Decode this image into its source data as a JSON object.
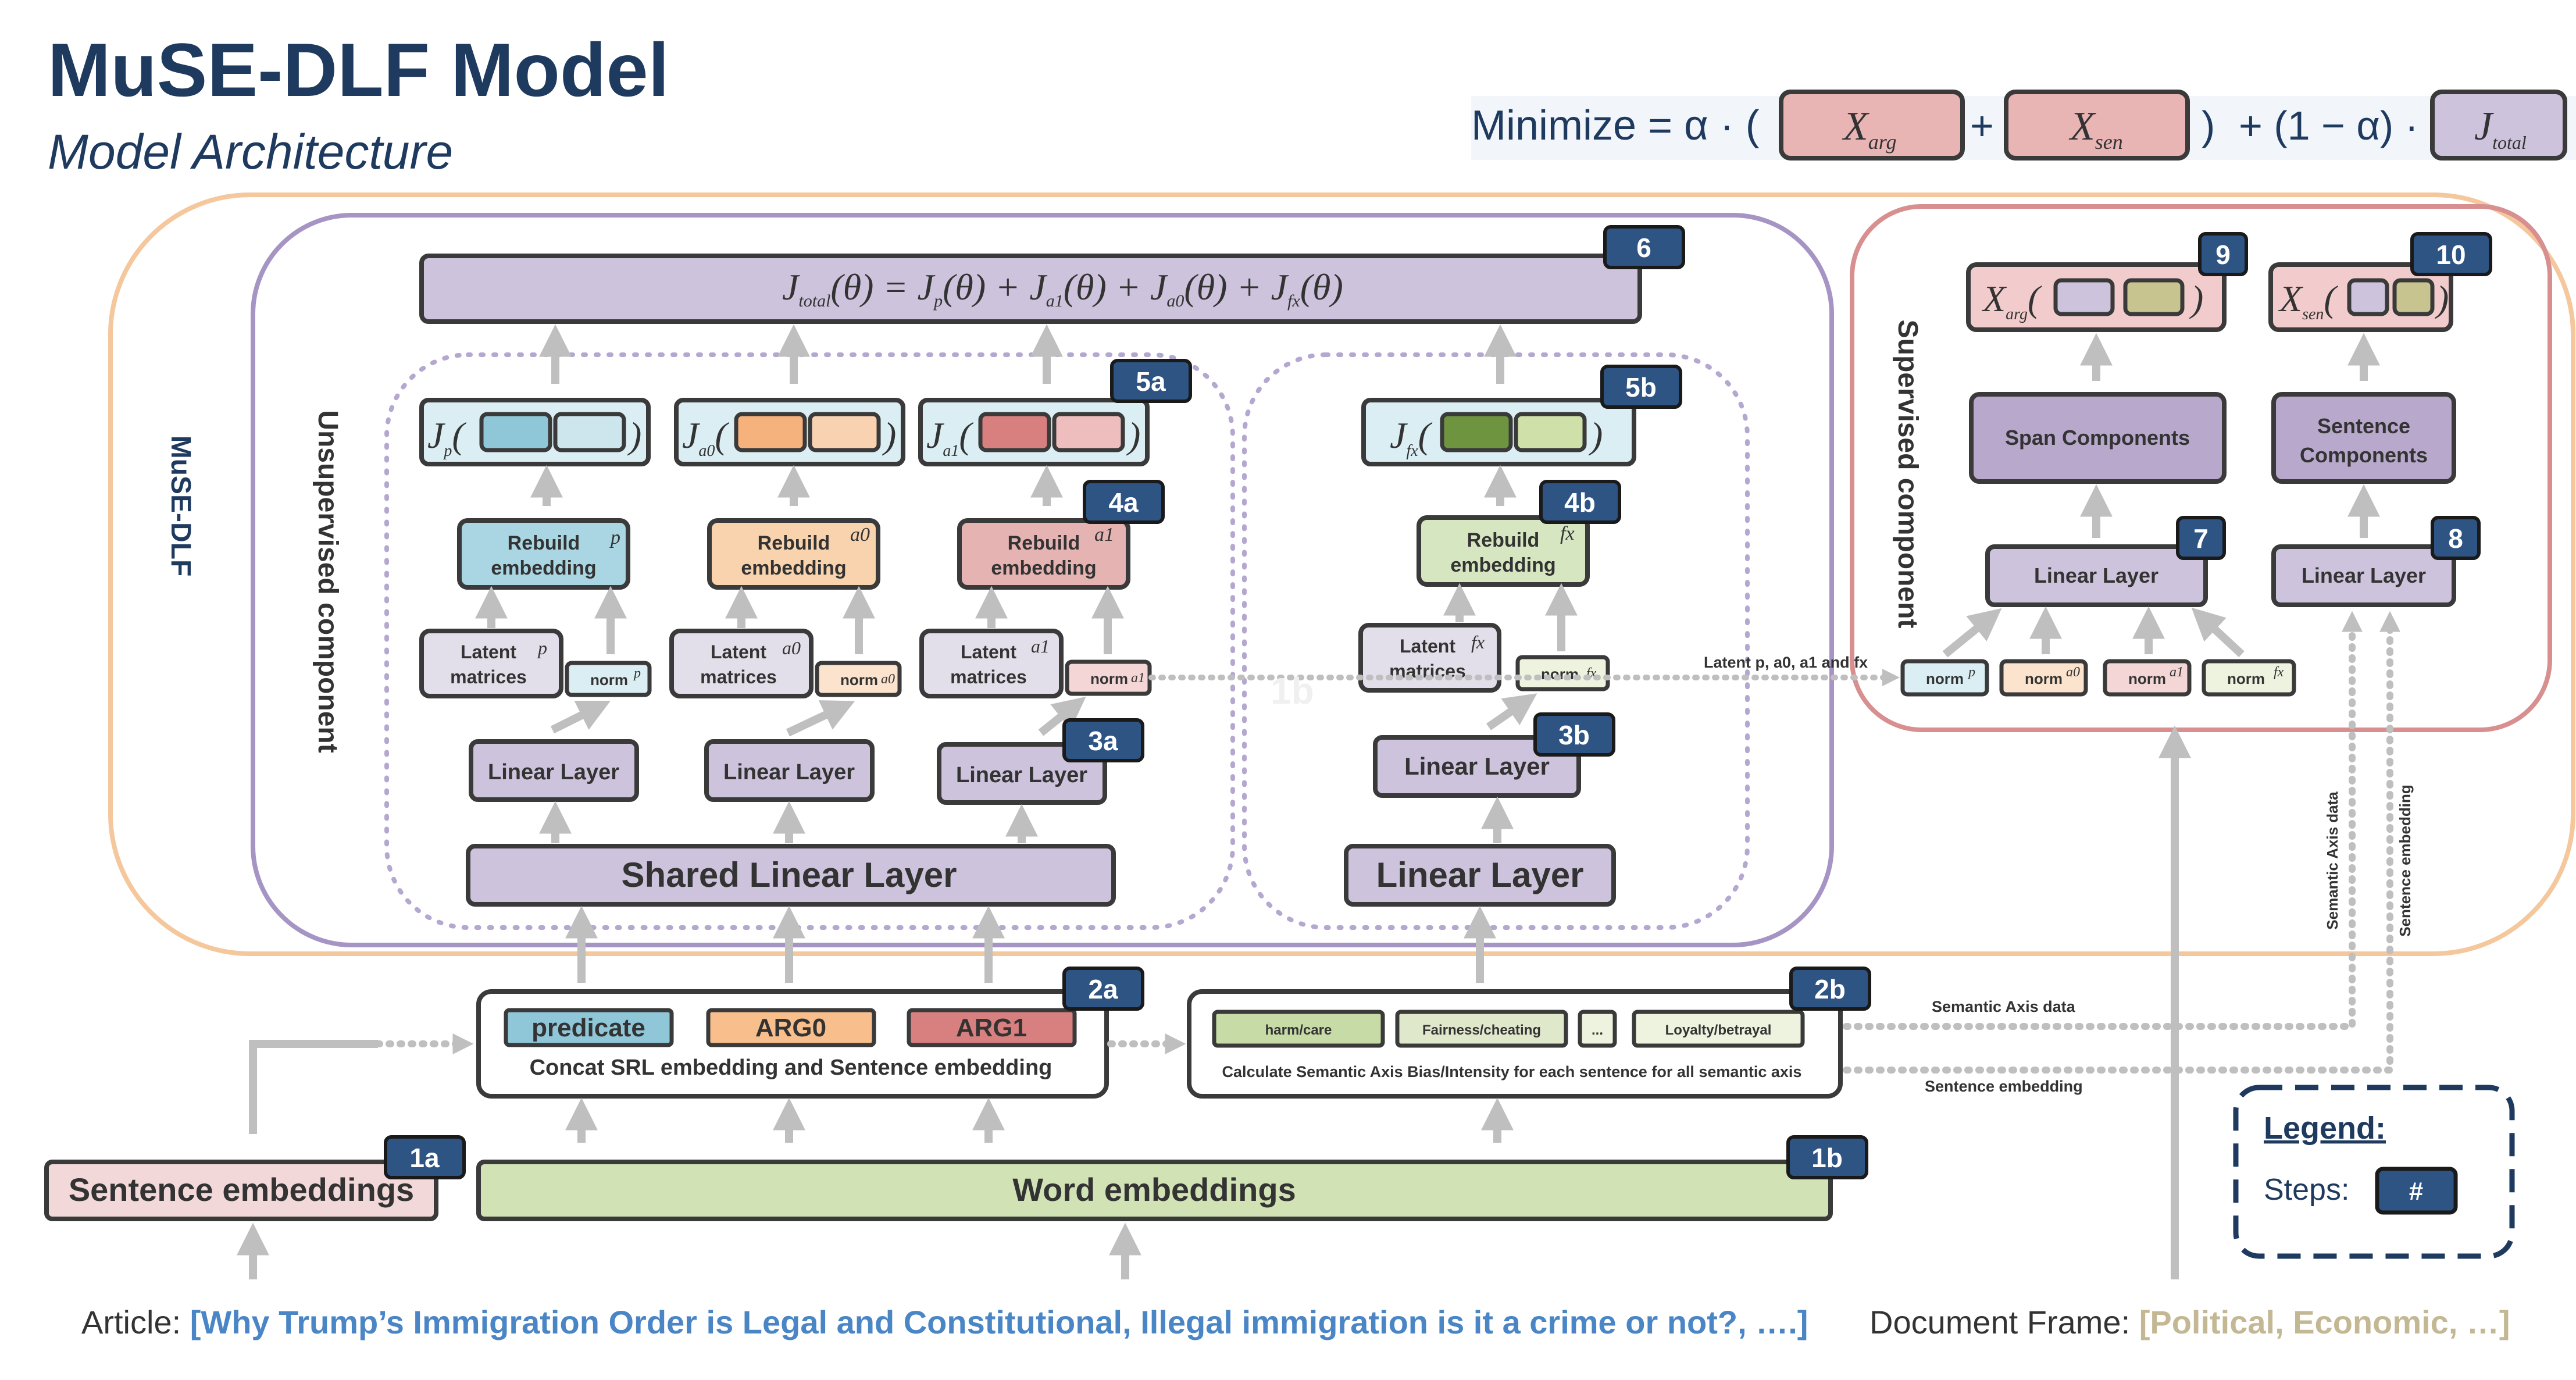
{
  "header": {
    "title": "MuSE-DLF Model",
    "subtitle": "Model Architecture"
  },
  "objective": {
    "minimize": "Minimize = α · (",
    "plus": "+",
    "close": ")",
    "rest": "+ (1 − α) ·",
    "x_arg": "X",
    "x_arg_sub": "arg",
    "x_sen": "X",
    "x_sen_sub": "sen",
    "j_total": "J",
    "j_total_sub": "total"
  },
  "outer_label": "MuSE-DLF",
  "unsup_label": "Unsupervised component",
  "sup_label": "Supervised component",
  "badges": {
    "b1a": "1a",
    "b1b": "1b",
    "b2a": "2a",
    "b2b": "2b",
    "b3a": "3a",
    "b3b": "3b",
    "b4a": "4a",
    "b4b": "4b",
    "b5a": "5a",
    "b5b": "5b",
    "b6": "6",
    "b7": "7",
    "b8": "8",
    "b9": "9",
    "b10": "10"
  },
  "faint_1b": "1b",
  "step6": {
    "formula": "J_total(θ) = J_p(θ) + J_a1(θ) + J_a0(θ) + J_fx(θ)",
    "j": "J",
    "total": "total",
    "eq": "(θ) = ",
    "jp_sub": "p",
    "ja1_sub": "a1",
    "ja0_sub": "a0",
    "jfx_sub": "fx",
    "theta": "(θ)",
    "plus": " + "
  },
  "loss_heads": {
    "jp": {
      "j": "J",
      "sub": "p"
    },
    "ja0": {
      "j": "J",
      "sub": "a0"
    },
    "ja1": {
      "j": "J",
      "sub": "a1"
    },
    "jfx": {
      "j": "J",
      "sub": "fx"
    },
    "open": "(",
    "close": ")"
  },
  "rebuild": {
    "label_line1": "Rebuild",
    "label_line2": "embedding",
    "p": "p",
    "a0": "a0",
    "a1": "a1",
    "fx": "fx"
  },
  "latent": {
    "line1": "Latent",
    "line2": "matrices",
    "p": "p",
    "a0": "a0",
    "a1": "a1",
    "fx": "fx"
  },
  "norm": {
    "label": "norm",
    "p": "p",
    "a0": "a0",
    "a1": "a1",
    "fx": "fx"
  },
  "linear_layer": "Linear Layer",
  "shared_linear_layer": "Shared Linear Layer",
  "big_linear_layer": "Linear Layer",
  "latent_arrow_label": "Latent p, a0, a1 and fx",
  "supervised": {
    "x_arg": {
      "x": "X",
      "sub": "arg"
    },
    "x_sen": {
      "x": "X",
      "sub": "sen"
    },
    "span_components": "Span Components",
    "sentence_components_line1": "Sentence",
    "sentence_components_line2": "Components",
    "linear_layer_7": "Linear Layer",
    "linear_layer_8": "Linear Layer",
    "semantic_axis_data_vertical": "Semantic Axis data",
    "sentence_embedding_vertical": "Sentence embedding"
  },
  "srl": {
    "predicate": "predicate",
    "arg0": "ARG0",
    "arg1": "ARG1",
    "caption": "Concat SRL embedding and Sentence embedding"
  },
  "semantic": {
    "harm": "harm/care",
    "fairness": "Fairness/cheating",
    "ellipsis": "...",
    "loyalty": "Loyalty/betrayal",
    "caption": "Calculate Semantic Axis Bias/Intensity for each sentence for all semantic axis",
    "axis_data_label": "Semantic Axis data",
    "sentence_embedding_label": "Sentence embedding"
  },
  "inputs": {
    "sentence_embeddings": "Sentence embeddings",
    "word_embeddings": "Word embeddings"
  },
  "legend": {
    "title": "Legend:",
    "steps": "Steps:",
    "hash": "#"
  },
  "footer": {
    "article_label": "Article:",
    "article_text": "[Why Trump’s Immigration Order is Legal and Constitutional, Illegal immigration is it a crime or not?, ….]",
    "frame_label": "Document Frame:",
    "frame_text": "[Political, Economic, …]"
  },
  "colors": {
    "navy": "#1f3a5f",
    "badge": "#2e5484",
    "purple_fill": "#cdc3dc",
    "purple_dark": "#b7a8cc",
    "outer_orange": "#f5c79c",
    "unsup_purple": "#a594c4",
    "sup_red": "#d88f8f",
    "blue_fill": "#a9d6e2",
    "orange_fill": "#f9c89a",
    "red_fill": "#e0a0a0",
    "green_fill": "#d1e2b4",
    "dark_green": "#6e9440",
    "pink_fill": "#ecbaba",
    "link_blue": "#4a86c6",
    "frame_tan": "#c4b894"
  }
}
